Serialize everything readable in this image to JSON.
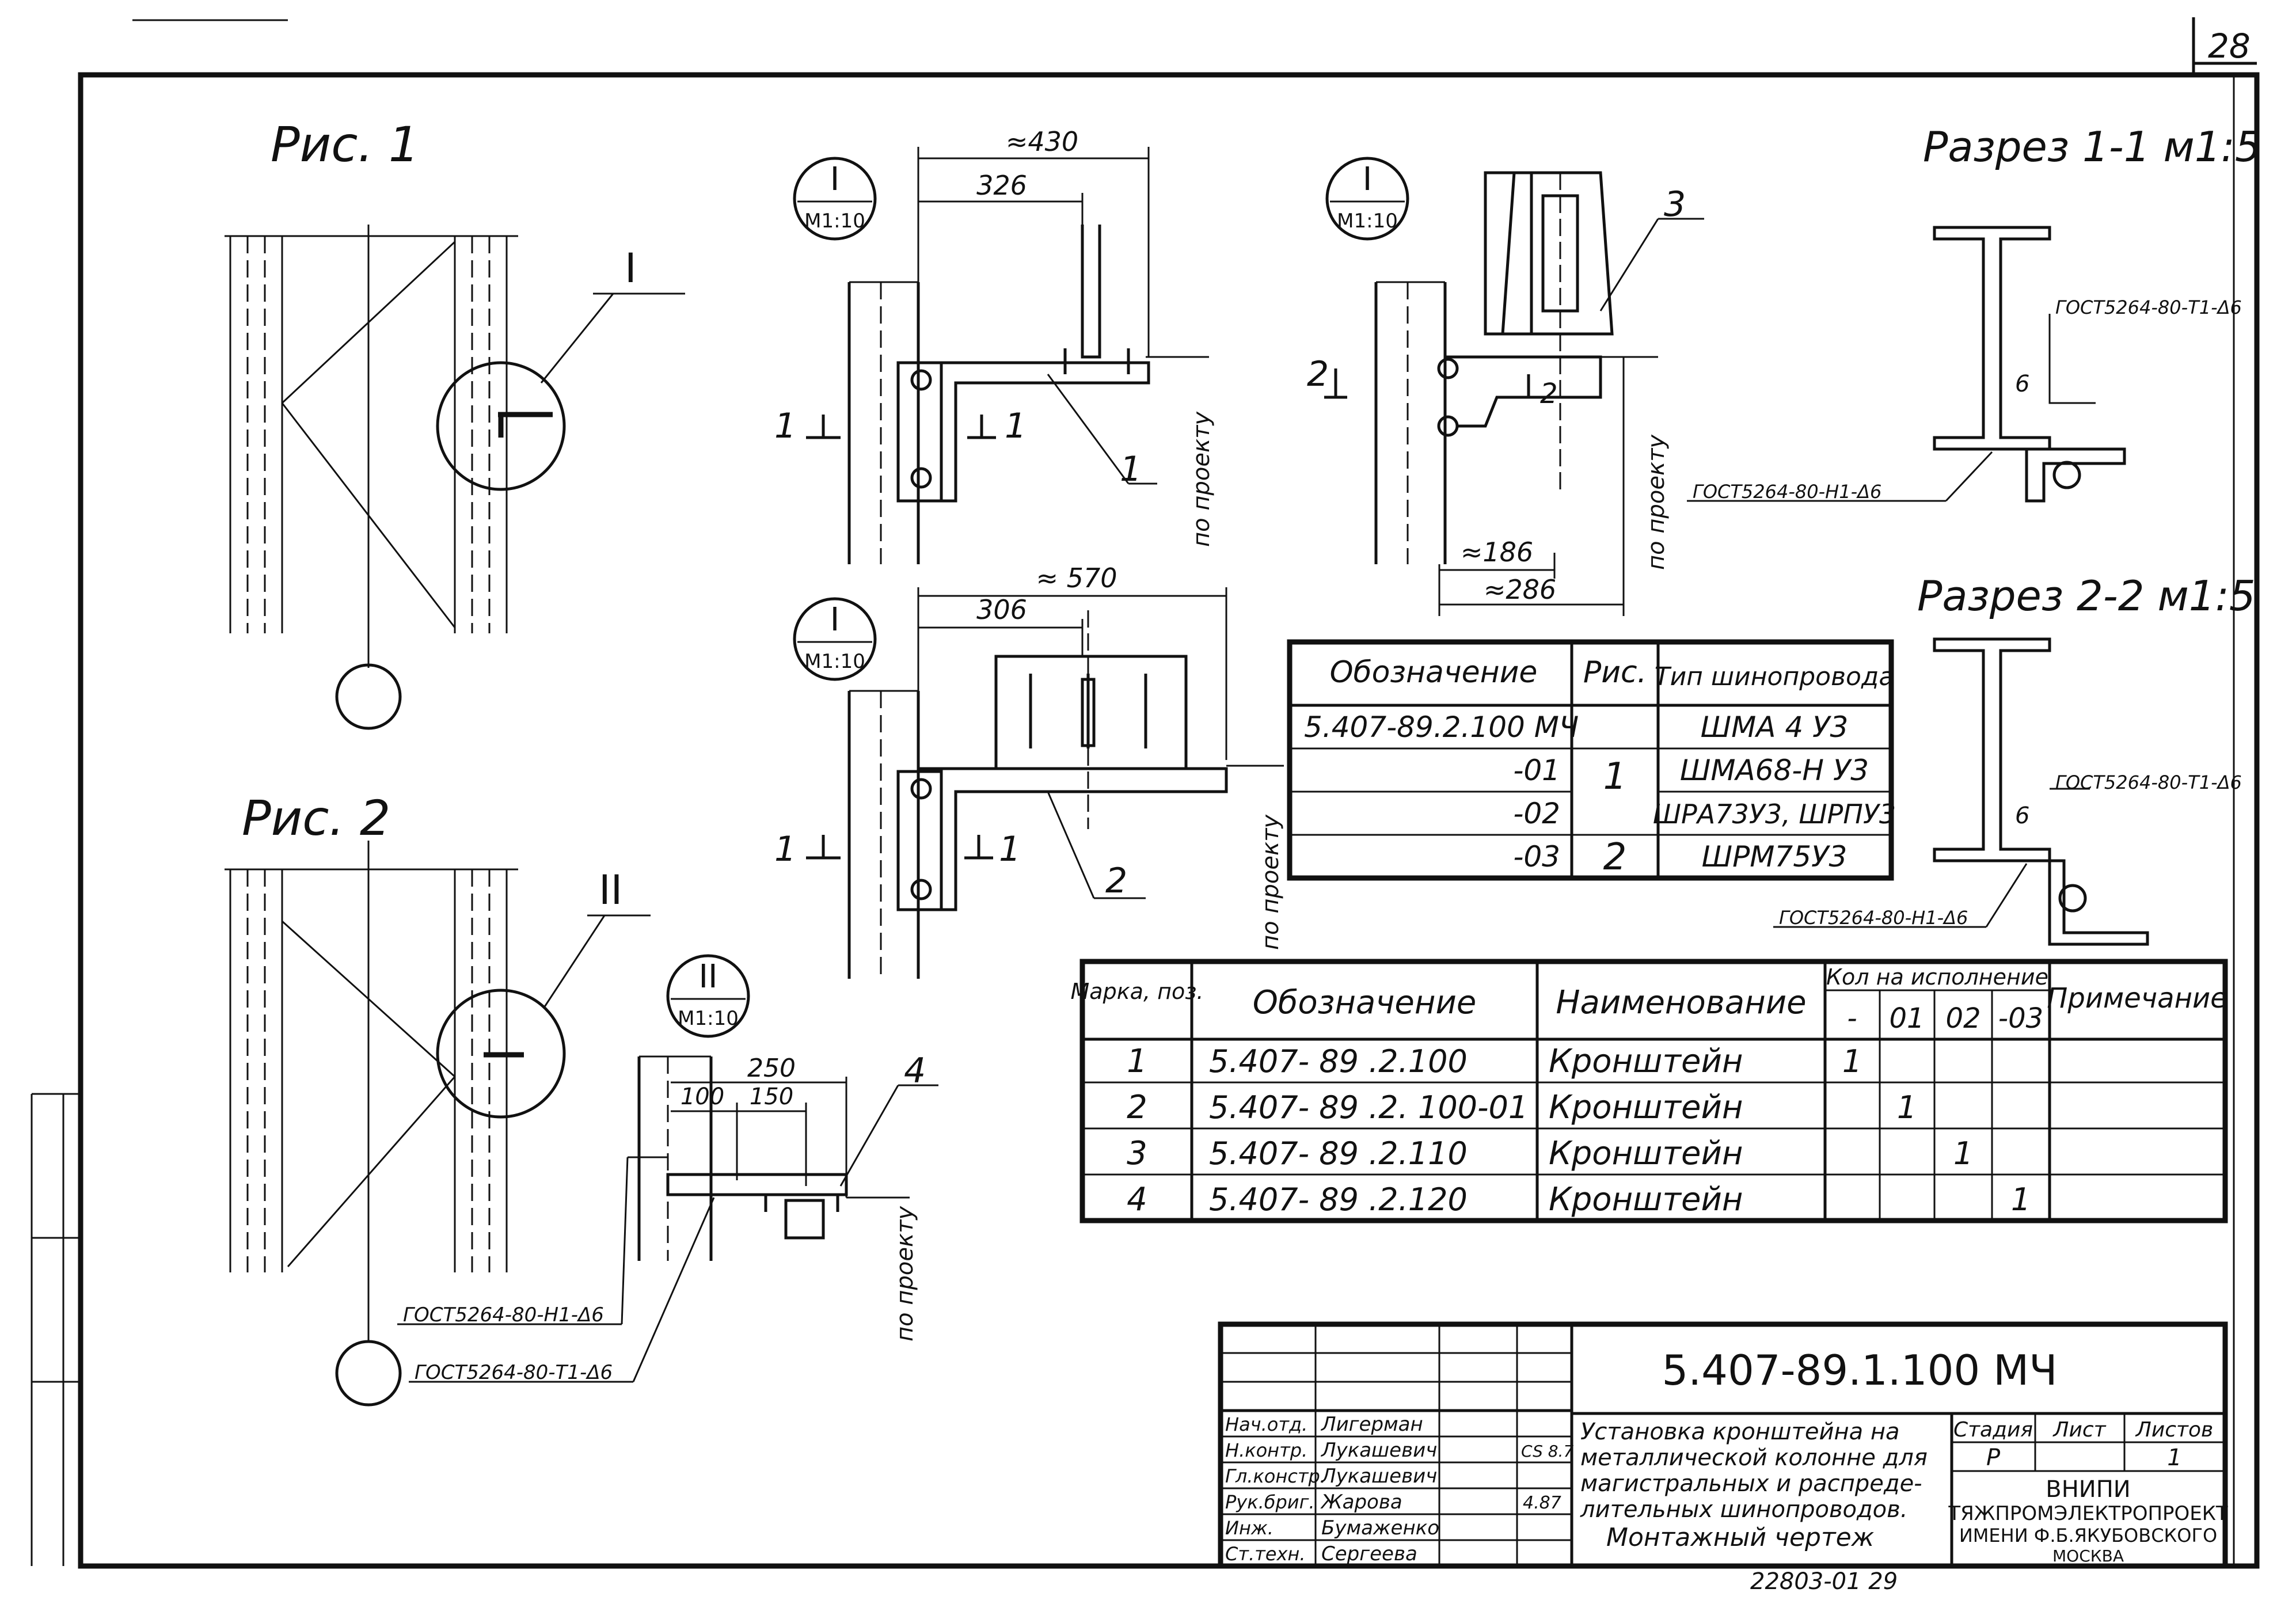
{
  "sheet": {
    "page_number": "28",
    "bottom_number": "22803-01 29",
    "side_margin_text": [
      "",
      "",
      ""
    ]
  },
  "fig1": {
    "title": "Рис. 1",
    "callout": "I"
  },
  "fig2": {
    "title": "Рис. 2",
    "callout": "II"
  },
  "view_I_top": {
    "bubble_top": "I",
    "bubble_bottom": "М1:10",
    "dim_total": "≈430",
    "dim_inner": "326",
    "section_mark_left": "1",
    "section_mark_right": "1",
    "leader": "1",
    "vertical_note": "по проекту"
  },
  "view_I_mid": {
    "bubble_top": "I",
    "bubble_bottom": "М1:10",
    "dim_total": "≈ 570",
    "dim_inner": "306",
    "section_mark_left": "1",
    "section_mark_right": "1",
    "leader": "2",
    "vertical_note": "по проекту"
  },
  "view_I_right": {
    "bubble_top": "I",
    "bubble_bottom": "М1:10",
    "leader": "3",
    "section_mark_left": "2",
    "section_mark_right": "2",
    "dim_inner": "≈186",
    "dim_total": "≈286",
    "vertical_note": "по проекту"
  },
  "view_II": {
    "bubble_top": "II",
    "bubble_bottom": "М1:10",
    "dim_total": "250",
    "dim_a": "100",
    "dim_b": "150",
    "leader": "4",
    "weld_1": "ГОСТ5264-80-Н1-Δ6",
    "weld_2": "ГОСТ5264-80-Т1-Δ6",
    "vertical_note": "по проекту"
  },
  "section_1": {
    "title": "Разрез 1-1 м1:5",
    "weld_top": "ГОСТ5264-80-Т1-Δ6",
    "weld_bottom": "ГОСТ5264-80-Н1-Δ6",
    "dim": "6"
  },
  "section_2": {
    "title": "Разрез 2-2 м1:5",
    "weld_top": "ГОСТ5264-80-Т1-Δ6",
    "weld_bottom": "ГОСТ5264-80-Н1-Δ6",
    "dim": "6"
  },
  "type_table": {
    "headers": [
      "Обозначение",
      "Рис.",
      "Тип шинопровода"
    ],
    "rows": [
      {
        "designation": "5.407-89.2.100 МЧ",
        "fig": "",
        "type": "ШМА 4 У3"
      },
      {
        "designation": "-01",
        "fig": "1",
        "type": "ШМА68-Н У3"
      },
      {
        "designation": "-02",
        "fig": "",
        "type": "ШРА73У3, ШРПУ3"
      },
      {
        "designation": "-03",
        "fig": "2",
        "type": "ШРМ75У3"
      }
    ]
  },
  "spec_table": {
    "headers": {
      "mark": "Марка, поз.",
      "designation": "Обозначение",
      "name": "Наименование",
      "qty": "Кол на исполнение",
      "note": "Примечание"
    },
    "qty_columns": [
      "-",
      "01",
      "02",
      "-03"
    ],
    "rows": [
      {
        "pos": "1",
        "designation": "5.407- 89 .2.100",
        "name": "Кронштейн",
        "qty": [
          "1",
          "",
          "",
          ""
        ]
      },
      {
        "pos": "2",
        "designation": "5.407- 89 .2. 100-01",
        "name": "Кронштейн",
        "qty": [
          "",
          "1",
          "",
          ""
        ]
      },
      {
        "pos": "3",
        "designation": "5.407- 89 .2.110",
        "name": "Кронштейн",
        "qty": [
          "",
          "",
          "1",
          ""
        ]
      },
      {
        "pos": "4",
        "designation": "5.407- 89 .2.120",
        "name": "Кронштейн",
        "qty": [
          "",
          "",
          "",
          "1"
        ]
      }
    ]
  },
  "title_block": {
    "code": "5.407-89.1.100 МЧ",
    "staff": [
      {
        "role": "Нач.отд.",
        "name": "Лигерман",
        "date": ""
      },
      {
        "role": "Н.контр.",
        "name": "Лукашевич",
        "date": "CS 8.7"
      },
      {
        "role": "Гл.констр.",
        "name": "Лукашевич",
        "date": ""
      },
      {
        "role": "Рук.бриг.",
        "name": "Жарова",
        "date": "4.87"
      },
      {
        "role": "Инж.",
        "name": "Бумаженко",
        "date": ""
      },
      {
        "role": "Ст.техн.",
        "name": "Сергеева",
        "date": ""
      }
    ],
    "description": [
      "Установка кронштейна на",
      "металлической колонне для",
      "магистральных и распреде-",
      "лительных шинопроводов.",
      "Монтажный чертеж"
    ],
    "stage_label": "Стадия",
    "sheet_label": "Лист",
    "sheets_label": "Листов",
    "stage": "Р",
    "sheet": "",
    "sheets": "1",
    "org": [
      "ВНИПИ",
      "ТЯЖПРОМЭЛЕКТРОПРОЕКТ",
      "ИМЕНИ Ф.Б.ЯКУБОВСКОГО",
      "МОСКВА"
    ]
  }
}
